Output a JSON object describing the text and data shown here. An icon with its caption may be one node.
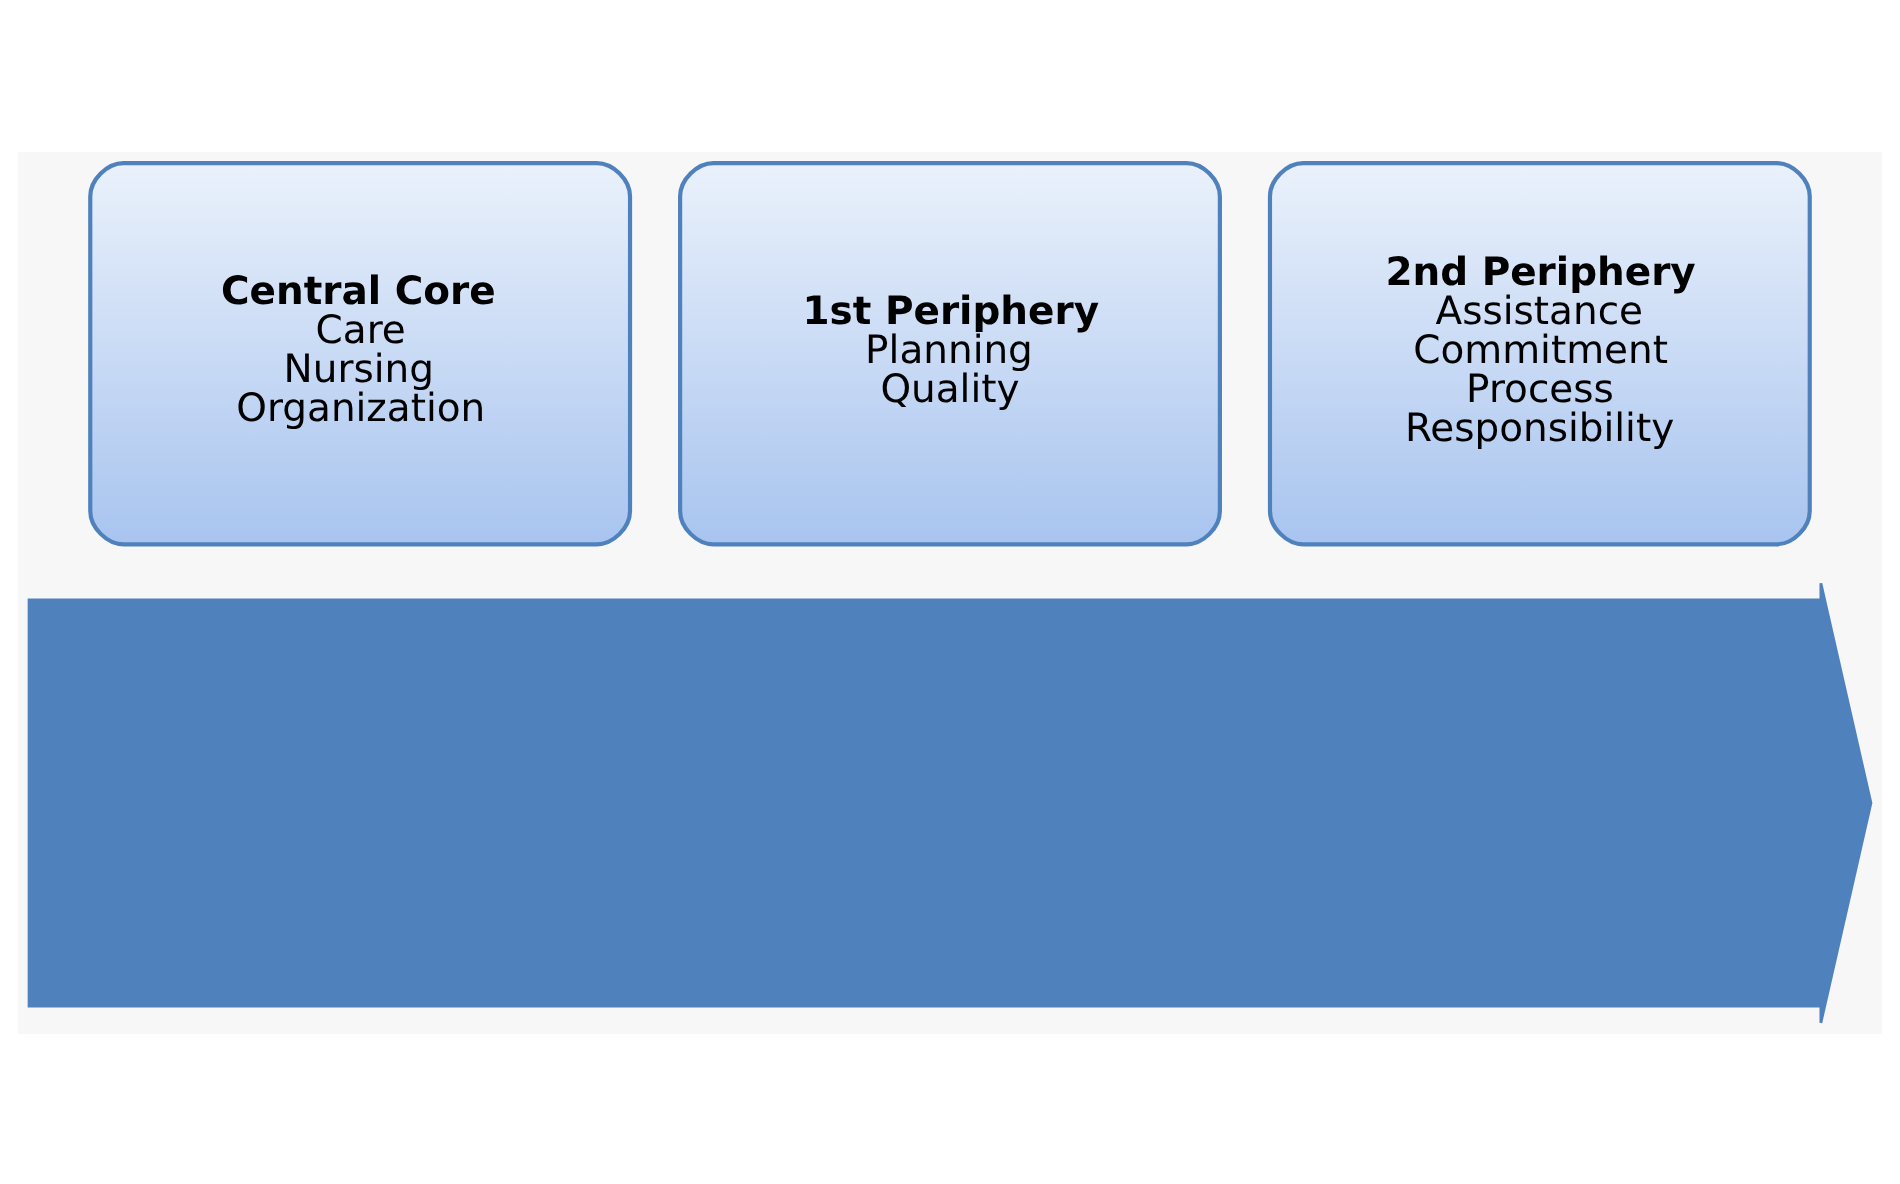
{
  "diagram": {
    "nodes": [
      {
        "text": [],
        "shape": "arrow"
      },
      {
        "text": [
          "Central Core",
          "Care",
          "Nursing",
          "Organization"
        ]
      },
      {
        "text": [
          "1st Periphery",
          "Planning",
          "Quality"
        ]
      },
      {
        "text": [
          "2nd Periphery",
          "Assistance",
          "Commitment",
          "Process",
          "Responsibility"
        ]
      }
    ],
    "edges": []
  }
}
